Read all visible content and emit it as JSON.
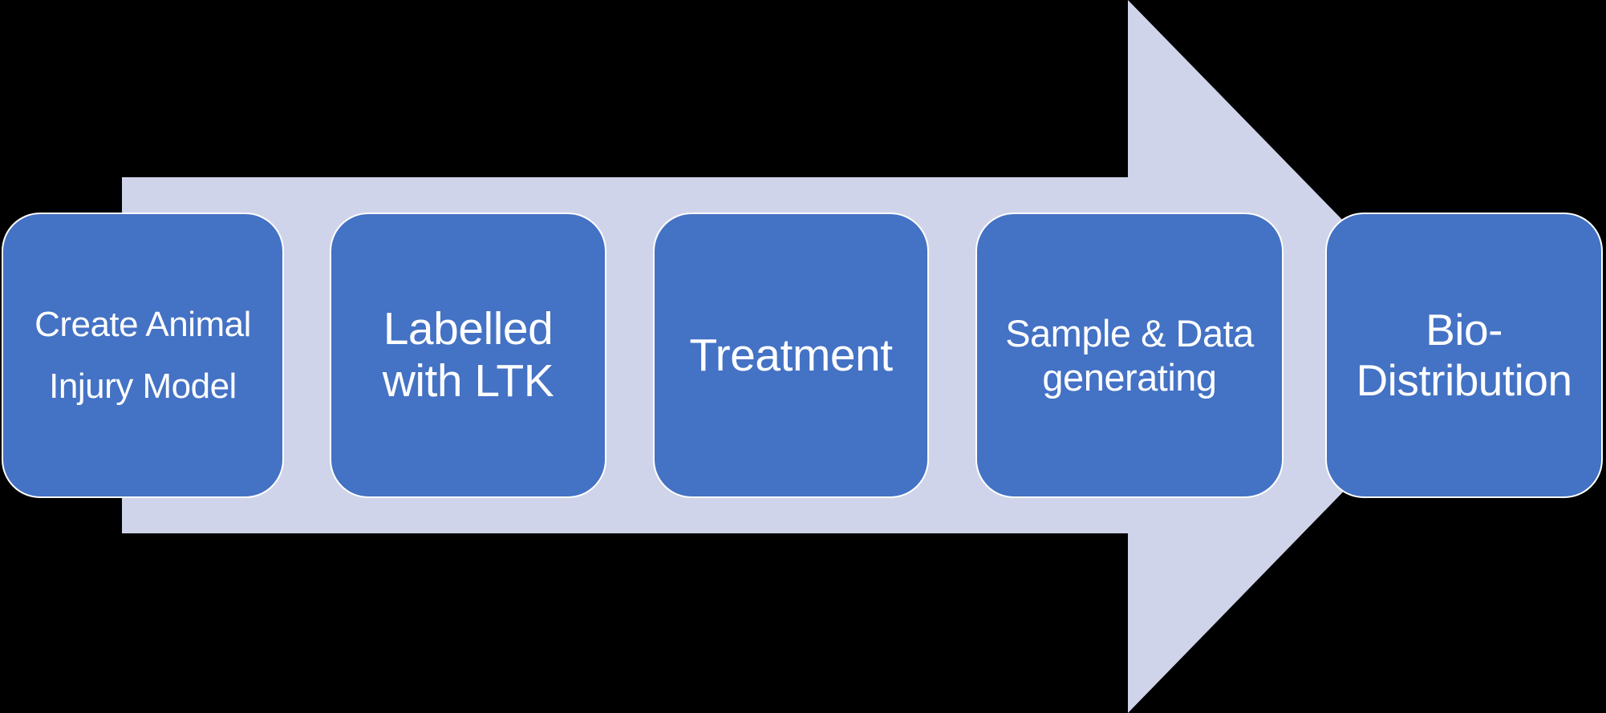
{
  "diagram": {
    "type": "process-flow-arrow",
    "direction": "right",
    "background_color": "#000000",
    "arrow_color": "#CFD4EA",
    "box_fill_color": "#4472C4",
    "box_border_color": "#FFFFFF",
    "text_color": "#FFFFFF",
    "steps": [
      {
        "label": "Create Animal Injury Model",
        "lines": [
          "Create Animal",
          "Injury Model"
        ]
      },
      {
        "label": "Labelled with LTK",
        "lines": [
          "Labelled",
          "with LTK"
        ]
      },
      {
        "label": "Treatment",
        "lines": [
          "Treatment"
        ]
      },
      {
        "label": "Sample & Data generating",
        "lines": [
          "Sample & Data",
          "generating"
        ]
      },
      {
        "label": "Bio-Distribution",
        "lines": [
          "Bio-",
          "Distribution"
        ]
      }
    ]
  }
}
